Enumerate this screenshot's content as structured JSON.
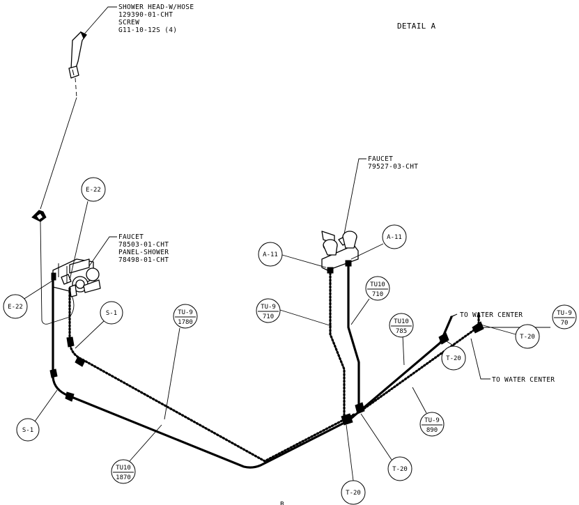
{
  "detail_title": "DETAIL A",
  "bottom_mark": "B",
  "shower_callout": {
    "lines": [
      "SHOWER HEAD-W/HOSE",
      "129390-01-CHT",
      "SCREW",
      "G11-10-12S (4)"
    ]
  },
  "shower_faucet_callout": {
    "lines": [
      "FAUCET",
      "78503-01-CHT",
      "PANEL-SHOWER",
      "78498-01-CHT"
    ]
  },
  "sink_faucet_callout": {
    "lines": [
      "FAUCET",
      "79527-03-CHT"
    ]
  },
  "water_center_upper": "TO WATER CENTER",
  "water_center_lower": "TO WATER CENTER",
  "bubbles": {
    "e22_top": "E-22",
    "e22_left": "E-22",
    "s1_upper": "S-1",
    "s1_lower": "S-1",
    "a11_left": "A-11",
    "a11_right": "A-11",
    "t20_right": "T-20",
    "t20_mid": "T-20",
    "t20_lower_right": "T-20",
    "t20_bottom": "T-20"
  },
  "pipe_labels": {
    "tu9_1780": {
      "top": "TU-9",
      "bottom": "1780"
    },
    "tu10_1870": {
      "top": "TU10",
      "bottom": "1870"
    },
    "tu9_710": {
      "top": "TU-9",
      "bottom": "710"
    },
    "tu10_710": {
      "top": "TU10",
      "bottom": "710"
    },
    "tu10_785": {
      "top": "TU10",
      "bottom": "785"
    },
    "tu9_890": {
      "top": "TU-9",
      "bottom": "890"
    },
    "tu9_70": {
      "top": "TU-9",
      "bottom": "70"
    }
  }
}
